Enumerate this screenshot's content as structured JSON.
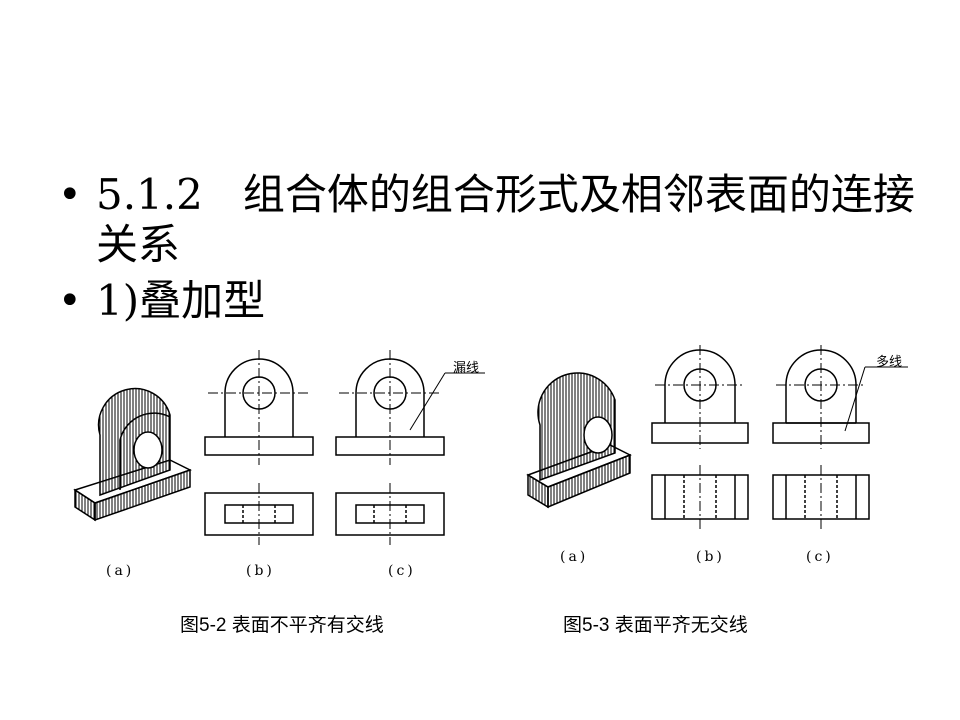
{
  "bullets": [
    {
      "marker": "•",
      "number": "5.1.2",
      "text": "组合体的组合形式及相邻表面的连接关系"
    },
    {
      "marker": "•",
      "number": "",
      "text": "1)叠加型"
    }
  ],
  "figure_left": {
    "subs": [
      "(a)",
      "(b)",
      "(c)"
    ],
    "callout": "漏线",
    "caption": "图5-2  表面不平齐有交线"
  },
  "figure_right": {
    "subs": [
      "(a)",
      "(b)",
      "(c)"
    ],
    "callout": "多线",
    "caption": "图5-3  表面平齐无交线"
  }
}
